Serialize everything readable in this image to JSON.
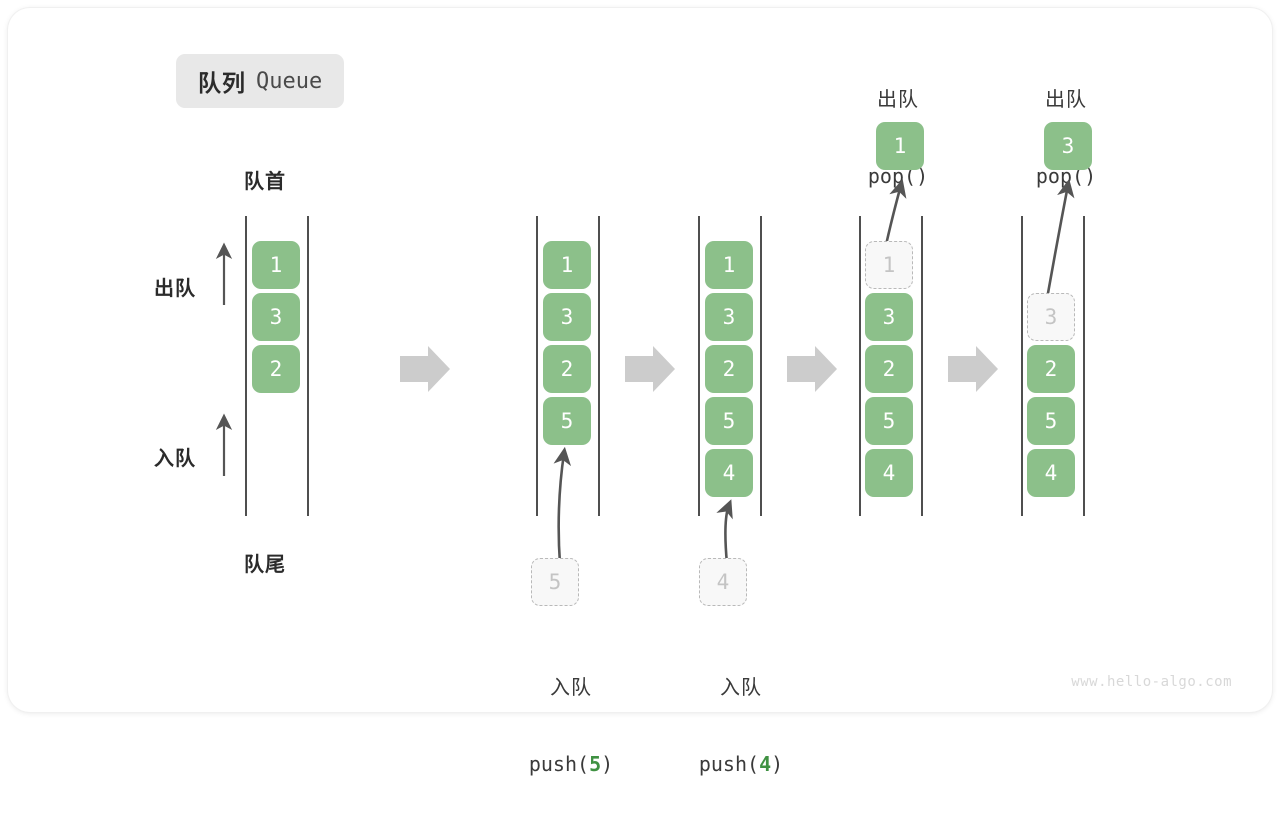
{
  "title": {
    "cn": "队列",
    "en": "Queue"
  },
  "labels": {
    "head": "队首",
    "tail": "队尾",
    "dequeue": "出队",
    "enqueue": "入队"
  },
  "colors": {
    "cell_fill": "#8cc08a",
    "cell_text": "#ffffff",
    "ghost_fill": "#f8f8f8",
    "ghost_border": "#b9b9b9",
    "ghost_text": "#c4c4c4",
    "rail": "#4f4f4f",
    "step_arrow": "#cccccc",
    "accent_green": "#3f9142",
    "badge_bg": "#e8e8e8"
  },
  "stages": [
    {
      "name": "initial",
      "cells": [
        "1",
        "3",
        "2"
      ],
      "ghost": null,
      "popped": null,
      "op_cn": null,
      "op_code": null,
      "op_arg": null
    },
    {
      "name": "push-5",
      "cells": [
        "1",
        "3",
        "2",
        "5"
      ],
      "ghost": "5",
      "popped": null,
      "op_cn": "入队",
      "op_code_prefix": "push(",
      "op_arg": "5",
      "op_code_suffix": ")"
    },
    {
      "name": "push-4",
      "cells": [
        "1",
        "3",
        "2",
        "5",
        "4"
      ],
      "ghost": "4",
      "popped": null,
      "op_cn": "入队",
      "op_code_prefix": "push(",
      "op_arg": "4",
      "op_code_suffix": ")"
    },
    {
      "name": "pop-1",
      "cells": [
        "3",
        "2",
        "5",
        "4"
      ],
      "ghost": "1",
      "popped": "1",
      "op_cn": "出队",
      "op_code_prefix": "pop(",
      "op_arg": "",
      "op_code_suffix": ")"
    },
    {
      "name": "pop-3",
      "cells": [
        "2",
        "5",
        "4"
      ],
      "ghost": "3",
      "popped": "3",
      "op_cn": "出队",
      "op_code_prefix": "pop(",
      "op_arg": "",
      "op_code_suffix": ")"
    }
  ],
  "watermark": "www.hello-algo.com"
}
